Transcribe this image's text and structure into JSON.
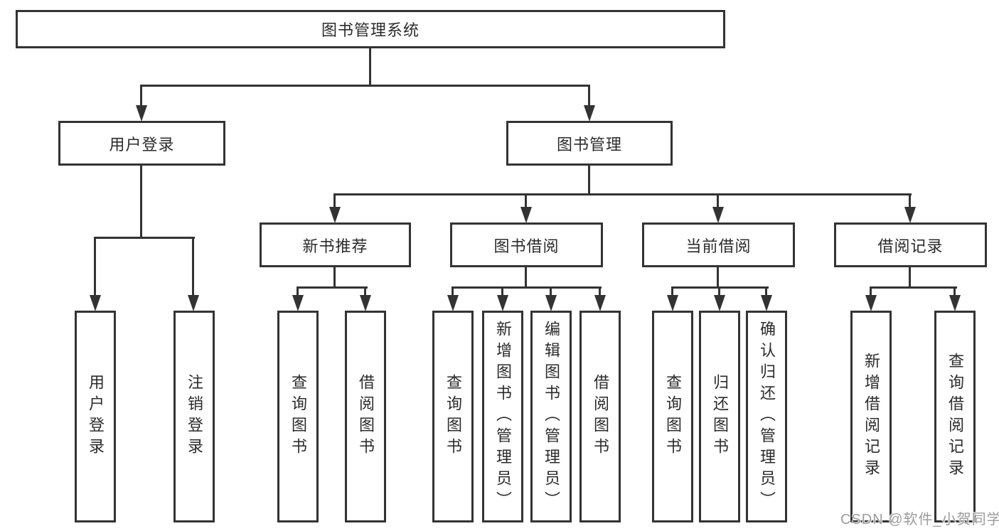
{
  "nodes": {
    "root": "图书管理系统",
    "level2": [
      "用户登录",
      "图书管理"
    ],
    "level3": [
      "新书推荐",
      "图书借阅",
      "当前借阅",
      "借阅记录"
    ],
    "leaves": [
      "用户登录",
      "注销登录",
      "查询图书",
      "借阅图书",
      "查询图书",
      "新增图书（管理员）",
      "编辑图书（管理员）",
      "借阅图书",
      "查询图书",
      "归还图书",
      "确认归还（管理员）",
      "新增借阅记录",
      "查询借阅记录"
    ]
  },
  "watermark": "CSDN @软件_小贺同学",
  "colors": {
    "line": "#333333",
    "box_border": "#333333",
    "text": "#2b2b2b",
    "background": "#ffffff",
    "watermark": "#9c9c9c"
  }
}
